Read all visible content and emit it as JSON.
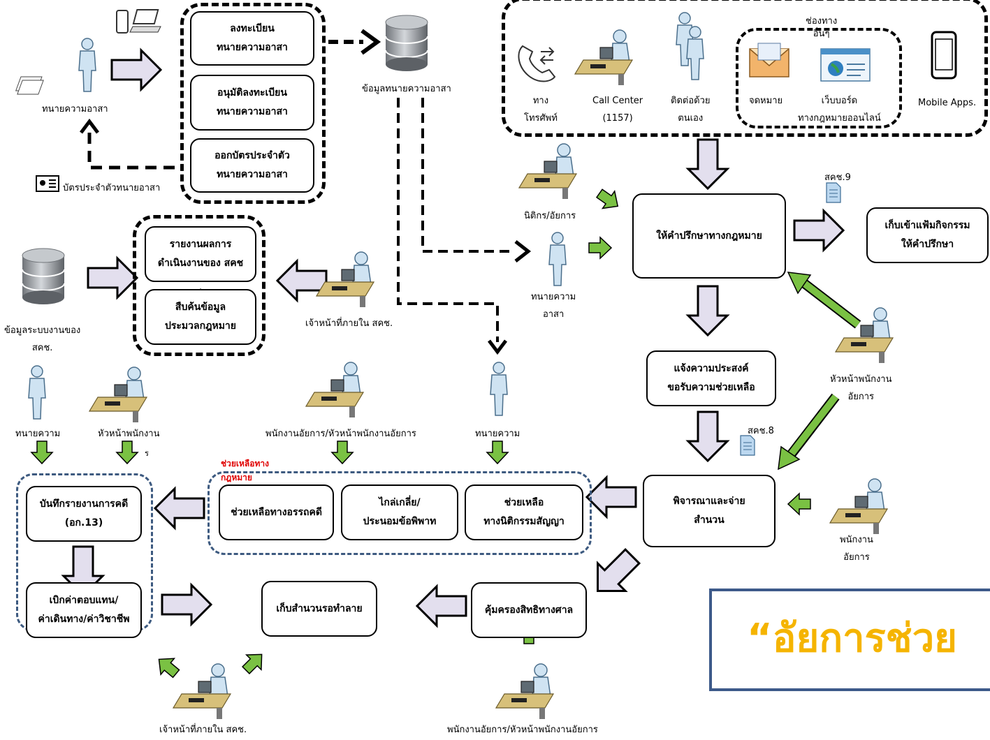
{
  "lawyer_register": {
    "registrant": "ทนายความอาสา",
    "box1": [
      "ลงทะเบียน",
      "ทนายความอาสา"
    ],
    "box2": [
      "อนุมัติลงทะเบียน",
      "ทนายความอาสา"
    ],
    "box3": [
      "ออกบัตรประจำตัว",
      "ทนายความอาสา"
    ],
    "database": "ข้อมูลทนายความอาสา",
    "id_card": "บัตรประจำตัวทนายอาสา"
  },
  "channels": {
    "phone": [
      "ทาง",
      "โทรศัพท์"
    ],
    "call_center": [
      "Call Center",
      "(1157)"
    ],
    "walk_in": [
      "ติดต่อด้วย",
      "ตนเอง"
    ],
    "other_title": [
      "ช่องทาง",
      "อื่นๆ"
    ],
    "mail": "จดหมาย",
    "webboard": [
      "เว็บบอร์ด",
      "ทางกฎหมายออนไลน์"
    ],
    "mobile": "Mobile Apps."
  },
  "reports": {
    "database": [
      "ข้อมูลระบบงานของ",
      "สคช."
    ],
    "report_box": [
      "รายงานผลการ",
      "ดำเนินงานของ สคช"
    ],
    "dot": ".",
    "search_box": [
      "สืบค้นข้อมูล",
      "ประมวลกฎหมาย"
    ],
    "staff": "เจ้าหน้าที่ภายใน สคช."
  },
  "consult": {
    "legal_officer": "นิติกร/อัยการ",
    "volunteer": [
      "ทนายความ",
      "อาสา"
    ],
    "consult_box": "ให้คำปรึกษาทางกฎหมาย",
    "doc9": "สคช.9",
    "file_box": [
      "เก็บเข้าแฟ้มกิจกรรม",
      "ให้คำปรึกษา"
    ],
    "head_staff": [
      "หัวหน้าพนักงาน",
      "อัยการ"
    ],
    "request_box": [
      "แจ้งความประสงค์",
      "ขอรับความช่วยเหลือ"
    ],
    "doc8": "สคช.8",
    "consider_box": [
      "พิจารณาและจ่าย",
      "สำนวน"
    ],
    "prosecutor_staff": [
      "พนักงาน",
      "อัยการ"
    ]
  },
  "assist": {
    "lawyer_left": "ทนายความ",
    "head_left": "หัวหน้าพนักงาน",
    "head_left_suffix": "ร",
    "staff_center": "พนักงานอัยการ/หัวหน้าพนักงานอัยการ",
    "lawyer_center": "ทนายความ",
    "group_label": [
      "ช่วยเหลือทาง",
      "กฎหมาย"
    ],
    "civil_box": "ช่วยเหลือทางอรรถคดี",
    "mediation_box": [
      "ไกล่เกลี่ย/",
      "ประนอมข้อพิพาท"
    ],
    "contract_box": [
      "ช่วยเหลือ",
      "ทางนิติกรรมสัญญา"
    ]
  },
  "closing": {
    "record_box": [
      "บันทึกรายงานการคดี",
      "(อก.13)"
    ],
    "fee_box": [
      "เบิกค่าตอบแทน/",
      "ค่าเดินทาง/ค่าวิชาชีพ"
    ],
    "archive_box": "เก็บสำนวนรอทำลาย",
    "court_box": "คุ้มครองสิทธิทางศาล",
    "staff_bottom_left": "เจ้าหน้าที่ภายใน สคช.",
    "staff_bottom_right": "พนักงานอัยการ/หัวหน้าพนักงานอัยการ"
  },
  "slogan": "“อัยการช่วย",
  "colors": {
    "block_arrow": "#e3dfee",
    "green_arrow": "#7ac143",
    "blue_dash": "#3d5a80",
    "slogan": "#f5b400",
    "red_label": "#e00000"
  }
}
